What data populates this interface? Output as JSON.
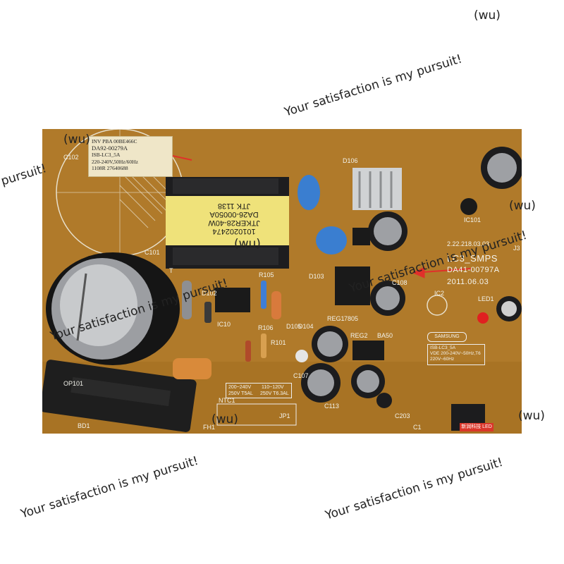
{
  "watermarks": {
    "top_text": "Your satisfaction is my pursuit!",
    "top_wu": "(wu)",
    "left_text": "pursuit!",
    "left_wu": "(wu)",
    "center_text": "Your satisfaction is my pursuit!",
    "center_wu": "(wu)",
    "mid_text": "Your satisfaction is my pursuit!",
    "right_wu": "(wu)",
    "lower_text": "Your satisfaction is my pursuit!",
    "lower_wu": "(wu)",
    "bottom_left_text": "Your satisfaction is my pursuit!",
    "bottom_right_text": "Your satisfaction is my pursuit!",
    "bottom_right_wu": "(wu)"
  },
  "sticker": {
    "line1": "INV PBA  00BE466C",
    "line2": "DA92-00279A",
    "line3": "ISB-LC3_5A",
    "line4": "220-240V,50Hz/60Hz",
    "line5": "1108R 27640688"
  },
  "transformer": {
    "line1": "1010202474",
    "line2": "JTKER28-40W",
    "line3": "DA26-00050A",
    "line4": "JTK  1138"
  },
  "board_labels": {
    "version": "2.22.218.03.03",
    "name": "LC3_SMPS",
    "part": "DA41-00797A",
    "date": "2011.06.03",
    "brand": "SAMSUNG",
    "spec_title": "ISB-LC3_5A",
    "spec_line1": "VDE 200-240V~50Hz,T6",
    "spec_line2": "220V~60Hz",
    "fuse_a1": "200~240V",
    "fuse_a2": "250V T5AL",
    "fuse_b1": "110~120V",
    "fuse_b2": "250V T6.3AL",
    "red_tag": "新润科技 LED",
    "ref_c102": "C102",
    "ref_c101": "C101",
    "ref_d102": "D102",
    "ref_ic10": "IC10",
    "ref_r105": "R105",
    "ref_r106": "R106",
    "ref_r101": "R101",
    "ref_d105": "D105",
    "ref_d104": "D104",
    "ref_d103": "D103",
    "ref_reg1": "REG1",
    "ref_reg2": "REG2",
    "ref_7805": "7805",
    "ref_ba50": "BA50",
    "ref_c108": "C108",
    "ref_c113": "C113",
    "ref_c107": "C107",
    "ref_c203": "C203",
    "ref_ic101": "IC101",
    "ref_ic2": "IC2",
    "ref_led1": "LED1",
    "ref_j3": "J3",
    "ref_ntc1": "NTC1",
    "ref_jp1": "JP1",
    "ref_fh1": "FH1",
    "ref_bd1": "BD1",
    "ref_opt": "OP101",
    "ref_d106": "D106",
    "ref_c1": "C1",
    "ref_t": "T"
  },
  "colors": {
    "board": "#b07a2a",
    "arrow": "#e0302a",
    "silkscreen": "#f2f2ea",
    "capacitor": "#1c1c1e",
    "blue_cap": "#3a7ed0"
  }
}
